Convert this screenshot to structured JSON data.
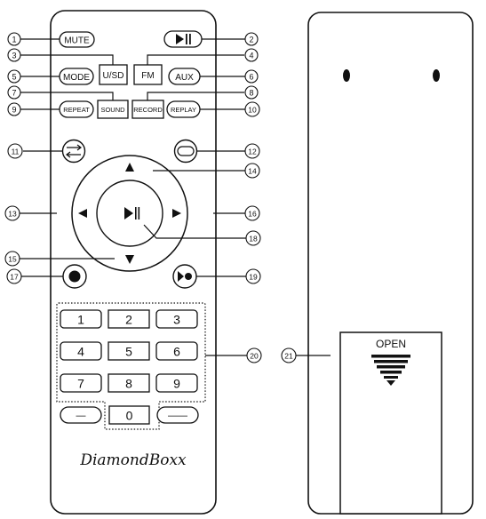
{
  "remote": {
    "brand": "DiamondBoxx",
    "buttons": {
      "mute": "MUTE",
      "usd": "U/SD",
      "fm": "FM",
      "mode": "MODE",
      "aux": "AUX",
      "repeat": "REPEAT",
      "sound": "SOUND",
      "record": "RECORD",
      "replay": "REPLAY",
      "keys": [
        "1",
        "2",
        "3",
        "4",
        "5",
        "6",
        "7",
        "8",
        "9"
      ],
      "zero": "0",
      "dash_left": "—",
      "dash_right": "——"
    }
  },
  "back": {
    "open_label": "OPEN"
  },
  "callouts": [
    "1",
    "2",
    "3",
    "4",
    "5",
    "6",
    "7",
    "8",
    "9",
    "10",
    "11",
    "12",
    "13",
    "14",
    "15",
    "16",
    "17",
    "18",
    "19",
    "20",
    "21"
  ]
}
